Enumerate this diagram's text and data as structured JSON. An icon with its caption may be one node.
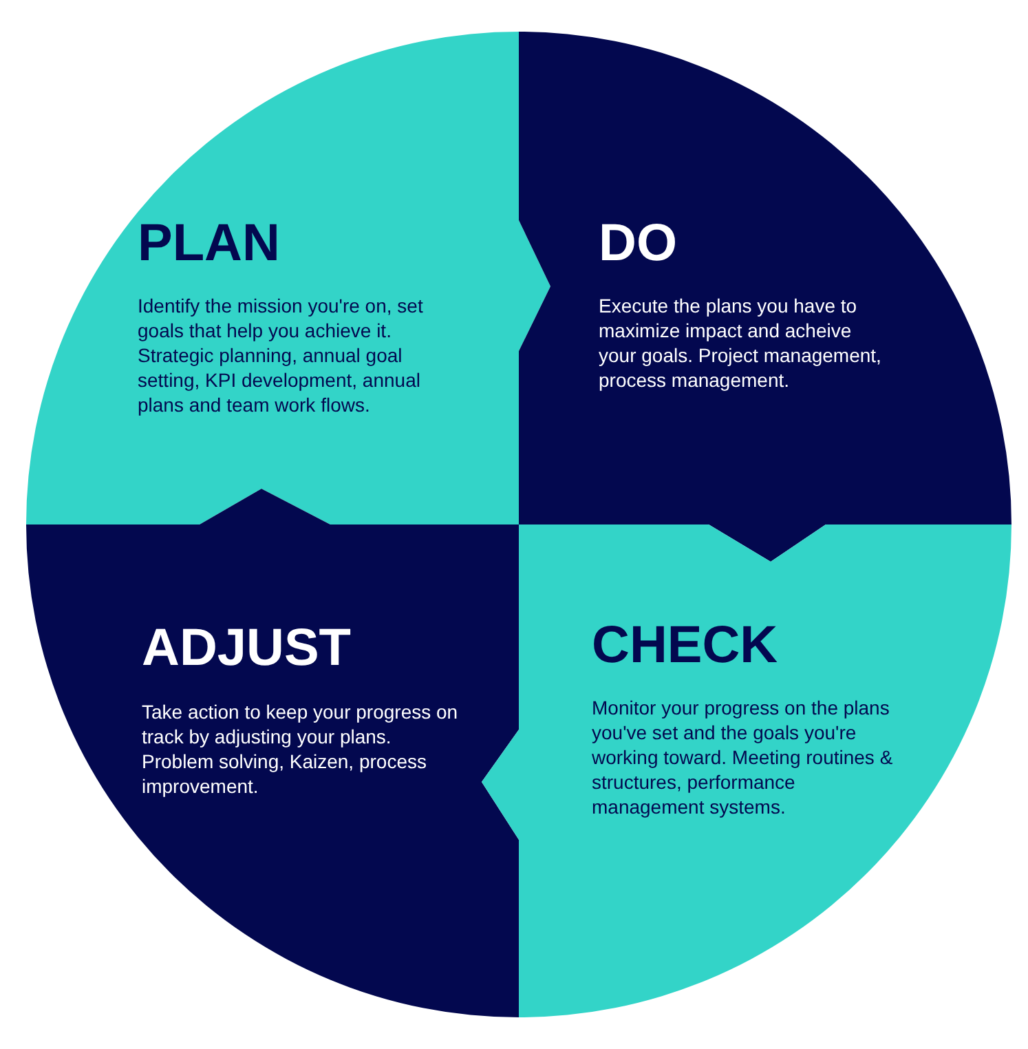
{
  "diagram": {
    "nodes": [
      {
        "text": [
          "PLAN",
          "Identify the mission you're on, set goals that help you achieve it. Strategic planning, annual goal setting, KPI development, annual plans and team work flows."
        ]
      },
      {
        "text": [
          "DO",
          "Execute the plans you have to maximize impact and acheive your goals. Project management, process management."
        ]
      },
      {
        "text": [
          "ADJUST",
          "Take action to keep your progress on track by adjusting your plans. Problem solving, Kaizen, process improvement."
        ]
      },
      {
        "text": [
          "CHECK",
          "Monitor your progress on the plans you've set and the goals you're working toward. Meeting routines & structures, performance management systems."
        ]
      }
    ]
  }
}
